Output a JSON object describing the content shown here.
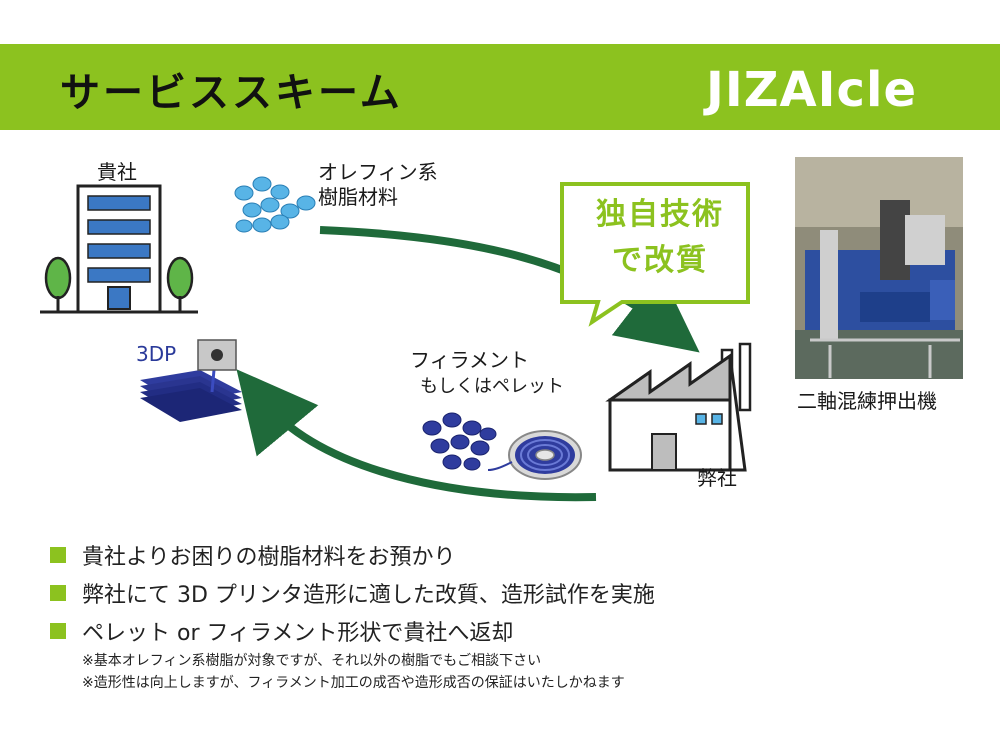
{
  "header": {
    "title": "サービススキーム",
    "logo_text": "JIZAIcle",
    "color": "#8cc21f"
  },
  "client": {
    "label": "貴社",
    "icon": "office-building-icon"
  },
  "material": {
    "label_line1": "オレフィン系",
    "label_line2": "樹脂材料",
    "icon": "resin-pellets-icon"
  },
  "callout": {
    "line1": "独自技術",
    "line2": "で改質"
  },
  "factory": {
    "label": "弊社",
    "icon": "factory-icon"
  },
  "printer": {
    "label": "3DP",
    "icon": "3d-printer-icon"
  },
  "product": {
    "label_line1": "フィラメント",
    "label_line2": "もしくはペレット",
    "icon": "filament-spool-icon"
  },
  "machine_photo": {
    "caption": "二軸混練押出機"
  },
  "bullets": [
    "貴社よりお困りの樹脂材料をお預かり",
    "弊社にて 3D プリンタ造形に適した改質、造形試作を実施",
    "ペレット or フィラメント形状で貴社へ返却"
  ],
  "notes": [
    "※基本オレフィン系樹脂が対象ですが、それ以外の樹脂でもご相談下さい",
    "※造形性は向上しますが、フィラメント加工の成否や造形成否の保証はいたしかねます"
  ]
}
